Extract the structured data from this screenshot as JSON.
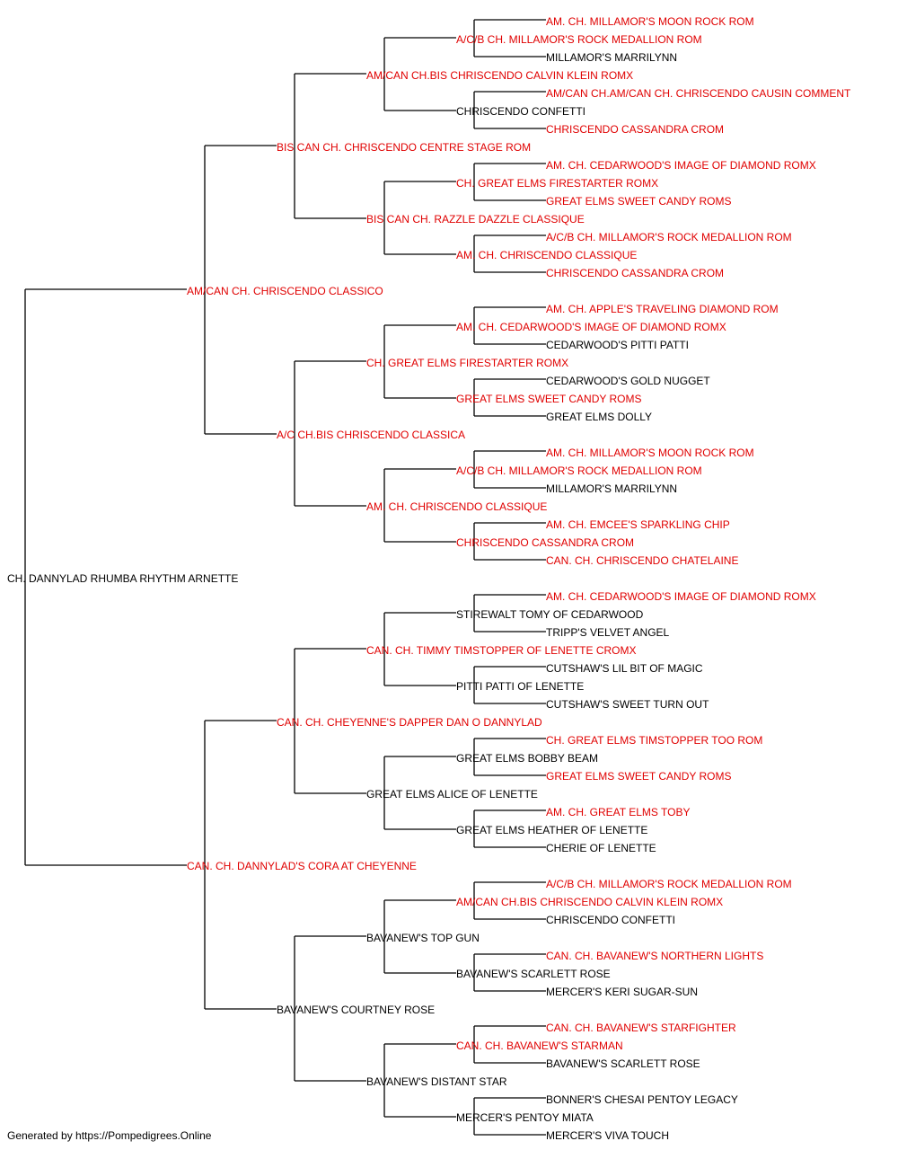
{
  "colors": {
    "champion": "#e00000",
    "normal": "#000000",
    "line": "#000000"
  },
  "subject": {
    "name": "CH. DANNYLAD RHUMBA RHYTHM ARNETTE",
    "champion": false
  },
  "generation1": [
    {
      "name": "AM/CAN CH. CHRISCENDO CLASSICO",
      "champion": true
    },
    {
      "name": "CAN. CH. DANNYLAD'S CORA AT CHEYENNE",
      "champion": true
    }
  ],
  "generation2": [
    {
      "name": "BIS CAN CH. CHRISCENDO CENTRE STAGE ROM",
      "champion": true
    },
    {
      "name": "A/C CH.BIS CHRISCENDO CLASSICA",
      "champion": true
    },
    {
      "name": "CAN. CH. CHEYENNE'S DAPPER DAN O DANNYLAD",
      "champion": true
    },
    {
      "name": "BAVANEW'S COURTNEY ROSE",
      "champion": false
    }
  ],
  "generation3": [
    {
      "name": "AM/CAN CH.BIS CHRISCENDO CALVIN KLEIN ROMX",
      "champion": true
    },
    {
      "name": "BIS CAN CH. RAZZLE DAZZLE CLASSIQUE",
      "champion": true
    },
    {
      "name": "CH. GREAT ELMS FIRESTARTER ROMX",
      "champion": true
    },
    {
      "name": "AM. CH. CHRISCENDO CLASSIQUE",
      "champion": true
    },
    {
      "name": "CAN. CH. TIMMY TIMSTOPPER OF LENETTE CROMX",
      "champion": true
    },
    {
      "name": "GREAT ELMS ALICE OF LENETTE",
      "champion": false
    },
    {
      "name": "BAVANEW'S TOP GUN",
      "champion": false
    },
    {
      "name": "BAVANEW'S DISTANT STAR",
      "champion": false
    }
  ],
  "generation4": [
    {
      "name": "A/C/B CH. MILLAMOR'S ROCK MEDALLION ROM",
      "champion": true
    },
    {
      "name": "CHRISCENDO CONFETTI",
      "champion": false
    },
    {
      "name": "CH. GREAT ELMS FIRESTARTER ROMX",
      "champion": true
    },
    {
      "name": "AM. CH. CHRISCENDO CLASSIQUE",
      "champion": true
    },
    {
      "name": "AM. CH. CEDARWOOD'S IMAGE OF DIAMOND ROMX",
      "champion": true
    },
    {
      "name": "GREAT ELMS SWEET CANDY ROMS",
      "champion": true
    },
    {
      "name": "A/C/B CH. MILLAMOR'S ROCK MEDALLION ROM",
      "champion": true
    },
    {
      "name": "CHRISCENDO CASSANDRA CROM",
      "champion": true
    },
    {
      "name": "STIREWALT TOMY OF CEDARWOOD",
      "champion": false
    },
    {
      "name": "PITTI PATTI OF LENETTE",
      "champion": false
    },
    {
      "name": "GREAT ELMS BOBBY BEAM",
      "champion": false
    },
    {
      "name": "GREAT ELMS HEATHER OF LENETTE",
      "champion": false
    },
    {
      "name": "AM/CAN CH.BIS CHRISCENDO CALVIN KLEIN ROMX",
      "champion": true
    },
    {
      "name": "BAVANEW'S SCARLETT ROSE",
      "champion": false
    },
    {
      "name": "CAN. CH. BAVANEW'S STARMAN",
      "champion": true
    },
    {
      "name": "MERCER'S PENTOY MIATA",
      "champion": false
    }
  ],
  "generation5": [
    {
      "name": "AM. CH. MILLAMOR'S MOON ROCK ROM",
      "champion": true
    },
    {
      "name": "MILLAMOR'S MARRILYNN",
      "champion": false
    },
    {
      "name": "AM/CAN CH.AM/CAN CH. CHRISCENDO CAUSIN COMMENT",
      "champion": true
    },
    {
      "name": "CHRISCENDO CASSANDRA CROM",
      "champion": true
    },
    {
      "name": "AM. CH. CEDARWOOD'S IMAGE OF DIAMOND ROMX",
      "champion": true
    },
    {
      "name": "GREAT ELMS SWEET CANDY ROMS",
      "champion": true
    },
    {
      "name": "A/C/B CH. MILLAMOR'S ROCK MEDALLION ROM",
      "champion": true
    },
    {
      "name": "CHRISCENDO CASSANDRA CROM",
      "champion": true
    },
    {
      "name": "AM. CH. APPLE'S TRAVELING DIAMOND ROM",
      "champion": true
    },
    {
      "name": "CEDARWOOD'S PITTI PATTI",
      "champion": false
    },
    {
      "name": "CEDARWOOD'S GOLD NUGGET",
      "champion": false
    },
    {
      "name": "GREAT ELMS DOLLY",
      "champion": false
    },
    {
      "name": "AM. CH. MILLAMOR'S MOON ROCK ROM",
      "champion": true
    },
    {
      "name": "MILLAMOR'S MARRILYNN",
      "champion": false
    },
    {
      "name": "AM. CH. EMCEE'S SPARKLING CHIP",
      "champion": true
    },
    {
      "name": "CAN. CH. CHRISCENDO CHATELAINE",
      "champion": true
    },
    {
      "name": "AM. CH. CEDARWOOD'S IMAGE OF DIAMOND ROMX",
      "champion": true
    },
    {
      "name": "TRIPP'S VELVET ANGEL",
      "champion": false
    },
    {
      "name": "CUTSHAW'S LIL BIT OF MAGIC",
      "champion": false
    },
    {
      "name": "CUTSHAW'S SWEET TURN OUT",
      "champion": false
    },
    {
      "name": "CH. GREAT ELMS TIMSTOPPER TOO ROM",
      "champion": true
    },
    {
      "name": "GREAT ELMS SWEET CANDY ROMS",
      "champion": true
    },
    {
      "name": "AM. CH. GREAT ELMS TOBY",
      "champion": true
    },
    {
      "name": "CHERIE OF LENETTE",
      "champion": false
    },
    {
      "name": "A/C/B CH. MILLAMOR'S ROCK MEDALLION ROM",
      "champion": true
    },
    {
      "name": "CHRISCENDO CONFETTI",
      "champion": false
    },
    {
      "name": "CAN. CH. BAVANEW'S NORTHERN LIGHTS",
      "champion": true
    },
    {
      "name": "MERCER'S KERI SUGAR-SUN",
      "champion": false
    },
    {
      "name": "CAN. CH. BAVANEW'S STARFIGHTER",
      "champion": true
    },
    {
      "name": "BAVANEW'S SCARLETT ROSE",
      "champion": false
    },
    {
      "name": "BONNER'S CHESAI PENTOY LEGACY",
      "champion": false
    },
    {
      "name": "MERCER'S VIVA TOUCH",
      "champion": false
    }
  ],
  "footer": {
    "text": "Generated by https://Pompedigrees.Online"
  }
}
